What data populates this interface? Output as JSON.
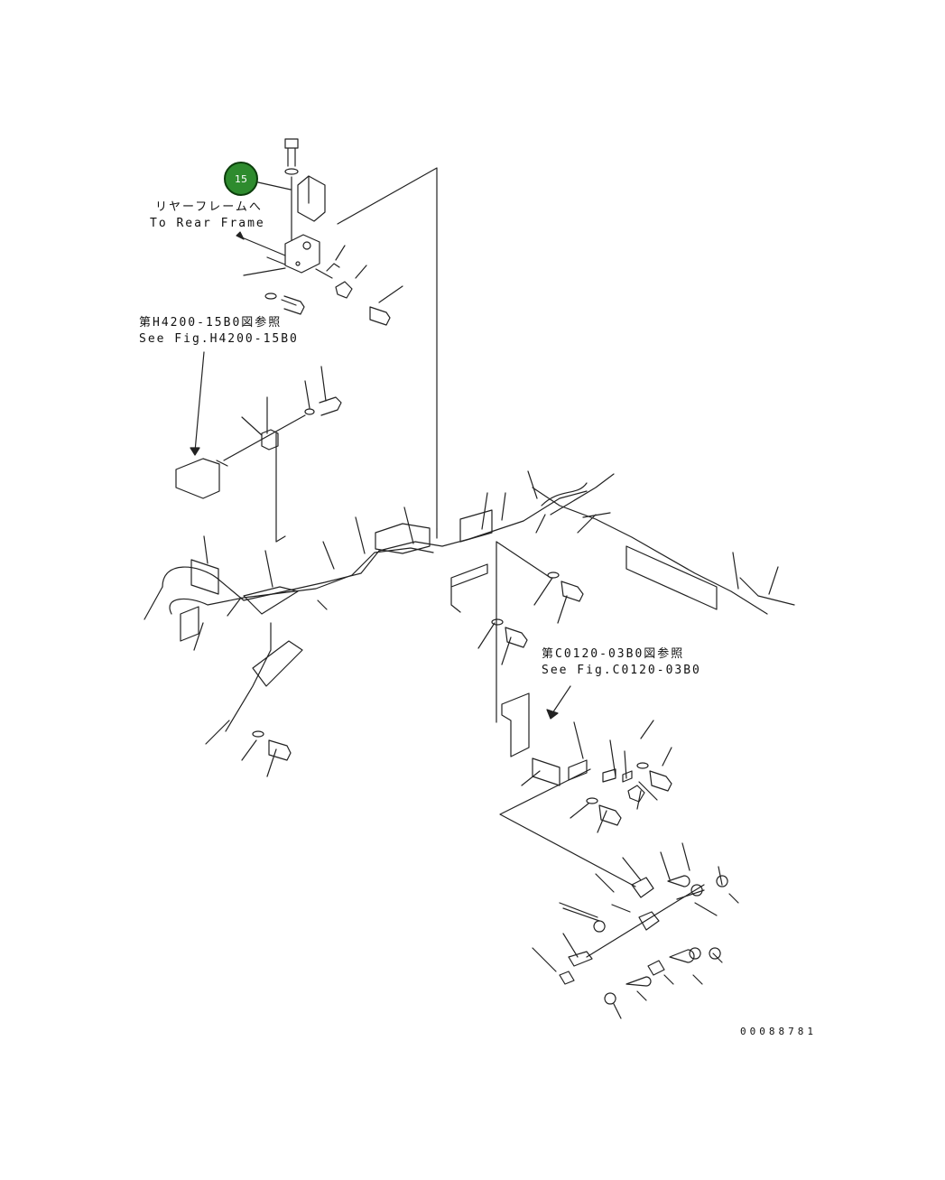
{
  "callout": {
    "number": "15",
    "color": "#2e8b2e"
  },
  "references": {
    "rear_frame_jp": "リヤーフレームへ",
    "rear_frame_en": "To Rear Frame",
    "fig_h4200_jp": "第H4200-15B0図参照",
    "fig_h4200_en": "See Fig.H4200-15B0",
    "fig_c0120_jp": "第C0120-03B0図参照",
    "fig_c0120_en": "See Fig.C0120-03B0"
  },
  "drawing_number": "00088781"
}
